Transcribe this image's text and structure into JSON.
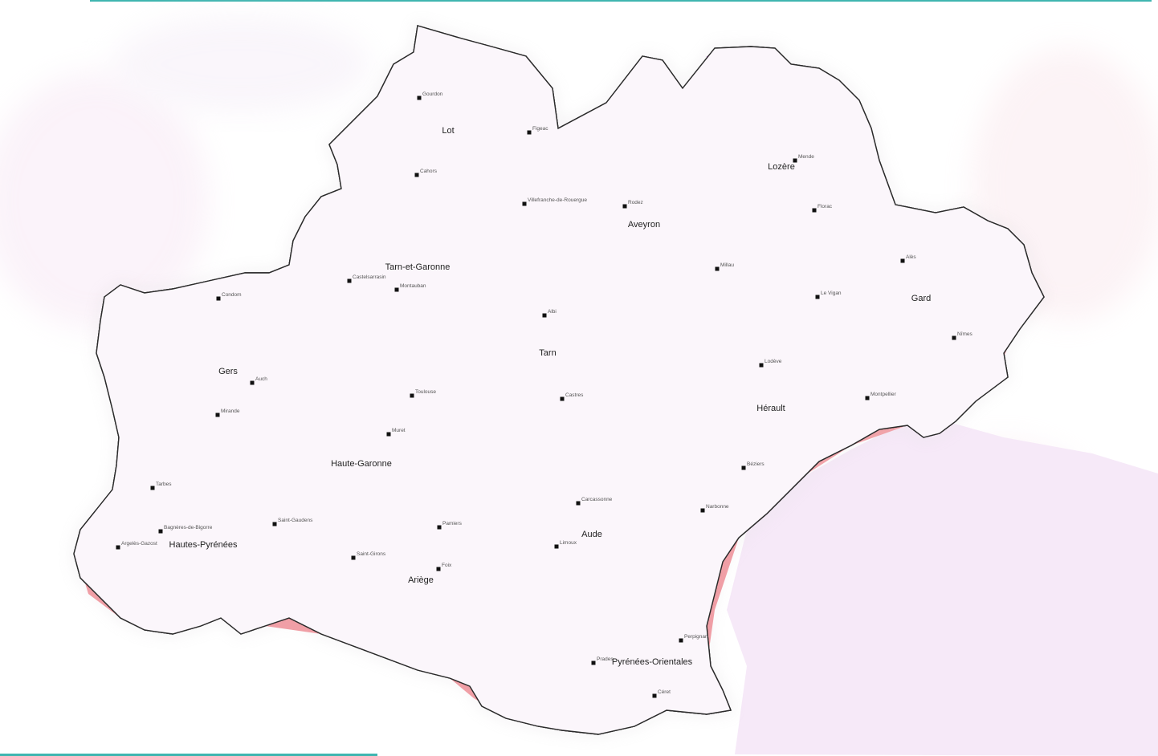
{
  "colors": {
    "pink": "#ef9aa1",
    "purple": "#b045c4",
    "sea": "#f6e8f8",
    "border": "#2b2b2b",
    "halo": "#6a5a8a",
    "accent": "#3fb5b0"
  },
  "departments": [
    {
      "key": "lot",
      "name": "Lot"
    },
    {
      "key": "lozere",
      "name": "Lozère"
    },
    {
      "key": "aveyron",
      "name": "Aveyron"
    },
    {
      "key": "tarnetgaronne",
      "name": "Tarn-et-Garonne"
    },
    {
      "key": "gard",
      "name": "Gard"
    },
    {
      "key": "tarn",
      "name": "Tarn"
    },
    {
      "key": "gers",
      "name": "Gers"
    },
    {
      "key": "herault",
      "name": "Hérault"
    },
    {
      "key": "hautegaronne",
      "name": "Haute-Garonne"
    },
    {
      "key": "aude",
      "name": "Aude"
    },
    {
      "key": "hautespyrenees",
      "name": "Hautes-Pyrénées"
    },
    {
      "key": "ariege",
      "name": "Ariège"
    },
    {
      "key": "pyreneesorientales",
      "name": "Pyrénées-Orientales"
    }
  ],
  "cities": [
    {
      "key": "gourdon",
      "name": "Gourdon"
    },
    {
      "key": "figeac",
      "name": "Figeac"
    },
    {
      "key": "cahors",
      "name": "Cahors"
    },
    {
      "key": "mende",
      "name": "Mende"
    },
    {
      "key": "florac",
      "name": "Florac"
    },
    {
      "key": "villefranche",
      "name": "Villefranche-de-Rouergue"
    },
    {
      "key": "rodez",
      "name": "Rodez"
    },
    {
      "key": "millau",
      "name": "Millau"
    },
    {
      "key": "castelsarrasin",
      "name": "Castelsarrasin"
    },
    {
      "key": "montauban",
      "name": "Montauban"
    },
    {
      "key": "condom",
      "name": "Condom"
    },
    {
      "key": "ales",
      "name": "Alès"
    },
    {
      "key": "levigan",
      "name": "Le Vigan"
    },
    {
      "key": "albi",
      "name": "Albi"
    },
    {
      "key": "nimes",
      "name": "Nîmes"
    },
    {
      "key": "lodeve",
      "name": "Lodève"
    },
    {
      "key": "auch",
      "name": "Auch"
    },
    {
      "key": "toulouse",
      "name": "Toulouse"
    },
    {
      "key": "castres",
      "name": "Castres"
    },
    {
      "key": "montpellier",
      "name": "Montpellier"
    },
    {
      "key": "mirande",
      "name": "Mirande"
    },
    {
      "key": "muret",
      "name": "Muret"
    },
    {
      "key": "beziers",
      "name": "Béziers"
    },
    {
      "key": "tarbes",
      "name": "Tarbes"
    },
    {
      "key": "carcassonne",
      "name": "Carcassonne"
    },
    {
      "key": "narbonne",
      "name": "Narbonne"
    },
    {
      "key": "pamiers",
      "name": "Pamiers"
    },
    {
      "key": "saintgaudens",
      "name": "Saint-Gaudens"
    },
    {
      "key": "bagneres",
      "name": "Bagnères-de-Bigorre"
    },
    {
      "key": "limoux",
      "name": "Limoux"
    },
    {
      "key": "argeles",
      "name": "Argelès-Gazost"
    },
    {
      "key": "saintgirons",
      "name": "Saint-Girons"
    },
    {
      "key": "foix",
      "name": "Foix"
    },
    {
      "key": "perpignan",
      "name": "Perpignan"
    },
    {
      "key": "prades",
      "name": "Prades"
    },
    {
      "key": "ceret",
      "name": "Céret"
    }
  ]
}
